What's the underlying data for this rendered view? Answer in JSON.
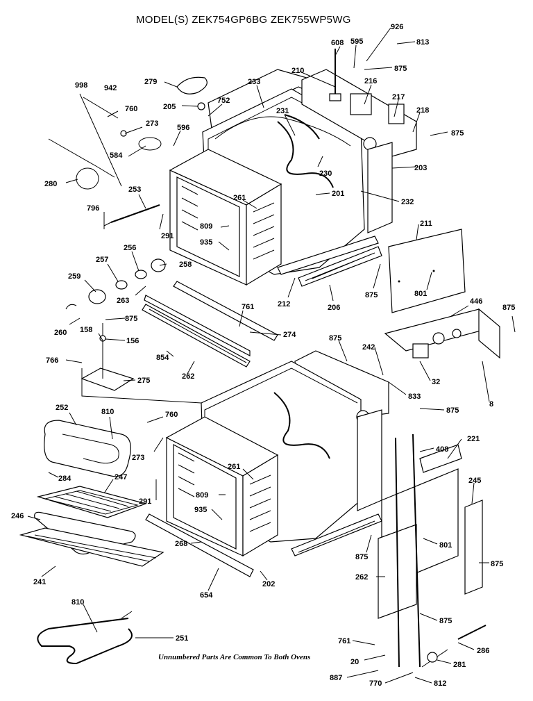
{
  "title": "MODEL(S) ZEK754GP6BG  ZEK755WP5WG",
  "footnote": "Unnumbered Parts Are Common To Both Ovens",
  "callouts": [
    {
      "id": "c-926",
      "text": "926"
    },
    {
      "id": "c-608",
      "text": "608"
    },
    {
      "id": "c-595",
      "text": "595"
    },
    {
      "id": "c-813",
      "text": "813"
    },
    {
      "id": "c-875a",
      "text": "875"
    },
    {
      "id": "c-210",
      "text": "210"
    },
    {
      "id": "c-279",
      "text": "279"
    },
    {
      "id": "c-233",
      "text": "233"
    },
    {
      "id": "c-216",
      "text": "216"
    },
    {
      "id": "c-217",
      "text": "217"
    },
    {
      "id": "c-218",
      "text": "218"
    },
    {
      "id": "c-875b",
      "text": "875"
    },
    {
      "id": "c-998",
      "text": "998"
    },
    {
      "id": "c-942",
      "text": "942"
    },
    {
      "id": "c-205",
      "text": "205"
    },
    {
      "id": "c-752",
      "text": "752"
    },
    {
      "id": "c-760a",
      "text": "760"
    },
    {
      "id": "c-273a",
      "text": "273"
    },
    {
      "id": "c-596",
      "text": "596"
    },
    {
      "id": "c-231",
      "text": "231"
    },
    {
      "id": "c-584",
      "text": "584"
    },
    {
      "id": "c-203",
      "text": "203"
    },
    {
      "id": "c-230",
      "text": "230"
    },
    {
      "id": "c-280",
      "text": "280"
    },
    {
      "id": "c-201a",
      "text": "201"
    },
    {
      "id": "c-232",
      "text": "232"
    },
    {
      "id": "c-253",
      "text": "253"
    },
    {
      "id": "c-261a",
      "text": "261"
    },
    {
      "id": "c-796",
      "text": "796"
    },
    {
      "id": "c-291a",
      "text": "291"
    },
    {
      "id": "c-809a",
      "text": "809"
    },
    {
      "id": "c-211",
      "text": "211"
    },
    {
      "id": "c-935a",
      "text": "935"
    },
    {
      "id": "c-257",
      "text": "257"
    },
    {
      "id": "c-256",
      "text": "256"
    },
    {
      "id": "c-258",
      "text": "258"
    },
    {
      "id": "c-801a",
      "text": "801"
    },
    {
      "id": "c-259",
      "text": "259"
    },
    {
      "id": "c-263",
      "text": "263"
    },
    {
      "id": "c-212",
      "text": "212"
    },
    {
      "id": "c-206",
      "text": "206"
    },
    {
      "id": "c-875c",
      "text": "875"
    },
    {
      "id": "c-446",
      "text": "446"
    },
    {
      "id": "c-875d",
      "text": "875"
    },
    {
      "id": "c-761a",
      "text": "761"
    },
    {
      "id": "c-260",
      "text": "260"
    },
    {
      "id": "c-875e",
      "text": "875"
    },
    {
      "id": "c-158a",
      "text": "158"
    },
    {
      "id": "c-156",
      "text": "156"
    },
    {
      "id": "c-274",
      "text": "274"
    },
    {
      "id": "c-875f",
      "text": "875"
    },
    {
      "id": "c-242",
      "text": "242"
    },
    {
      "id": "c-854",
      "text": "854"
    },
    {
      "id": "c-766",
      "text": "766"
    },
    {
      "id": "c-262a",
      "text": "262"
    },
    {
      "id": "c-32",
      "text": "32"
    },
    {
      "id": "c-275",
      "text": "275"
    },
    {
      "id": "c-833",
      "text": "833"
    },
    {
      "id": "c-8",
      "text": "8"
    },
    {
      "id": "c-252",
      "text": "252"
    },
    {
      "id": "c-810a",
      "text": "810"
    },
    {
      "id": "c-760b",
      "text": "760"
    },
    {
      "id": "c-875g",
      "text": "875"
    },
    {
      "id": "c-273b",
      "text": "273"
    },
    {
      "id": "c-221",
      "text": "221"
    },
    {
      "id": "c-408",
      "text": "408"
    },
    {
      "id": "c-261b",
      "text": "261"
    },
    {
      "id": "c-284",
      "text": "284"
    },
    {
      "id": "c-247",
      "text": "247"
    },
    {
      "id": "c-245",
      "text": "245"
    },
    {
      "id": "c-291b",
      "text": "291"
    },
    {
      "id": "c-809b",
      "text": "809"
    },
    {
      "id": "c-246",
      "text": "246"
    },
    {
      "id": "c-935b",
      "text": "935"
    },
    {
      "id": "c-801b",
      "text": "801"
    },
    {
      "id": "c-875h",
      "text": "875"
    },
    {
      "id": "c-875i",
      "text": "875"
    },
    {
      "id": "c-268",
      "text": "268"
    },
    {
      "id": "c-262b",
      "text": "262"
    },
    {
      "id": "c-241",
      "text": "241"
    },
    {
      "id": "c-654",
      "text": "654"
    },
    {
      "id": "c-202",
      "text": "202"
    },
    {
      "id": "c-875j",
      "text": "875"
    },
    {
      "id": "c-810b",
      "text": "810"
    },
    {
      "id": "c-251",
      "text": "251"
    },
    {
      "id": "c-761b",
      "text": "761"
    },
    {
      "id": "c-286",
      "text": "286"
    },
    {
      "id": "c-20",
      "text": "20"
    },
    {
      "id": "c-281",
      "text": "281"
    },
    {
      "id": "c-887",
      "text": "887"
    },
    {
      "id": "c-770",
      "text": "770"
    },
    {
      "id": "c-812",
      "text": "812"
    }
  ]
}
